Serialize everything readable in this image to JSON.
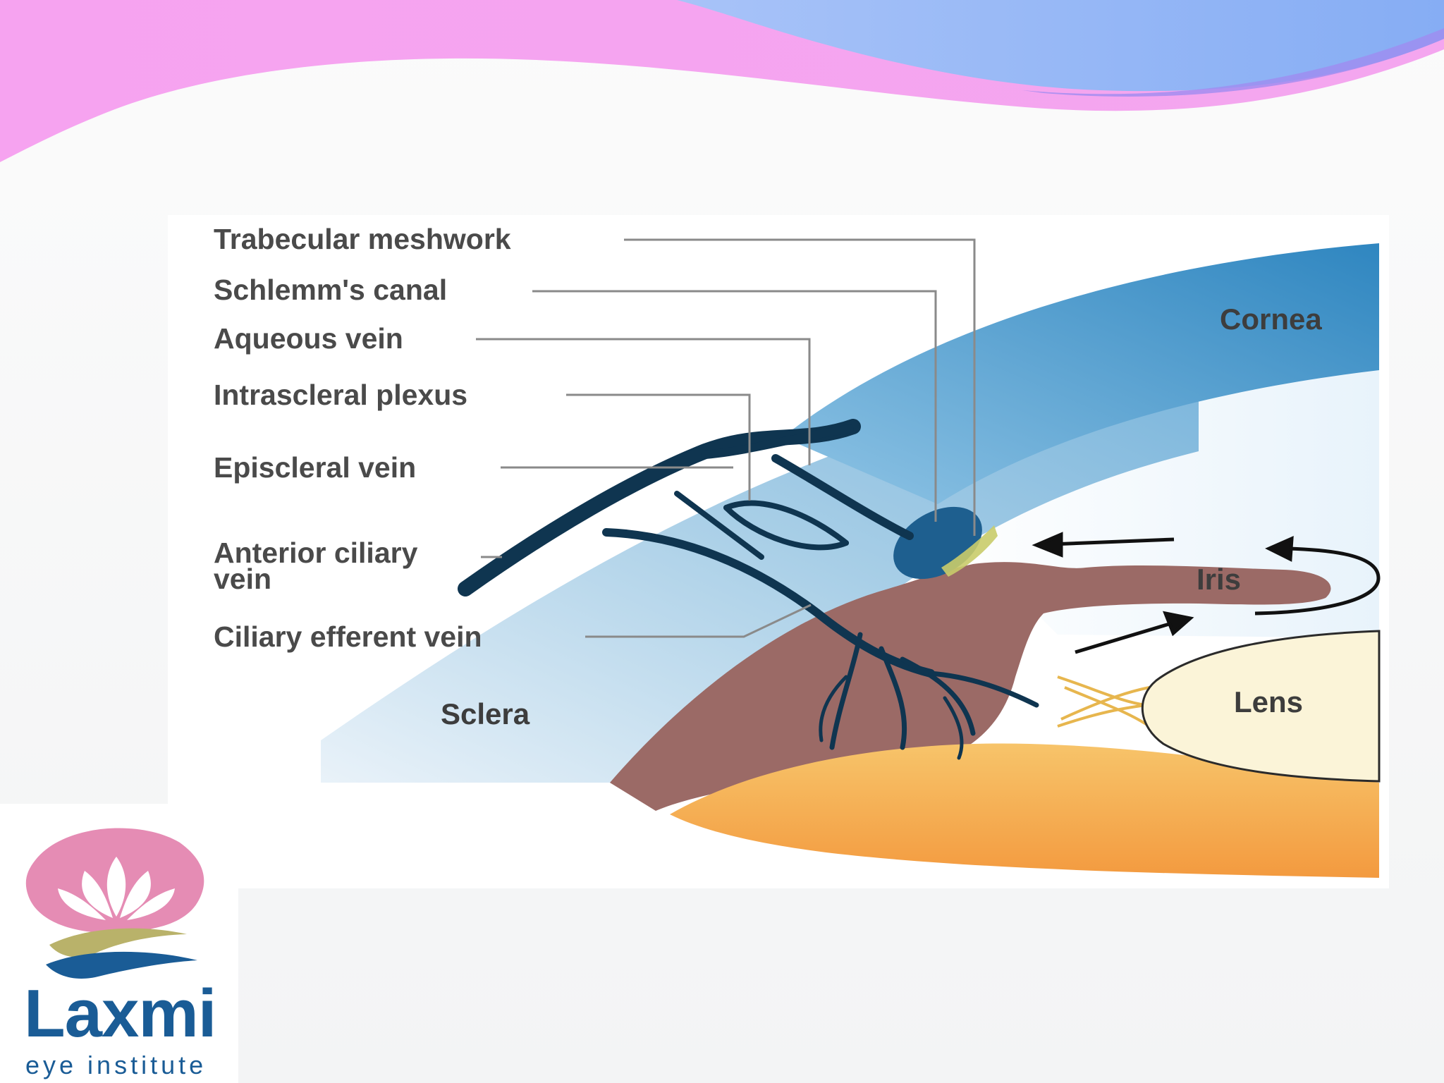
{
  "labels": {
    "trabecular_meshwork": "Trabecular meshwork",
    "schlemms_canal": "Schlemm's canal",
    "aqueous_vein": "Aqueous vein",
    "intrascleral_plexus": "Intrascleral plexus",
    "episcleral_vein": "Episcleral vein",
    "anterior_ciliary_vein_line1": "Anterior ciliary",
    "anterior_ciliary_vein_line2": "vein",
    "ciliary_efferent_vein": "Ciliary efferent vein"
  },
  "structures": {
    "cornea": "Cornea",
    "iris": "Iris",
    "lens": "Lens",
    "sclera": "Sclera"
  },
  "logo": {
    "name": "Laxmi",
    "tagline": "eye institute"
  },
  "colors": {
    "banner_pink": "#f5a3ef",
    "banner_blue": "#8fb2f6",
    "cornea_blue": "#3d8fc4",
    "iris_brown": "#9b6a66",
    "ciliary_orange": "#f4b25a",
    "lens_cream": "#fbf4d8",
    "vein_dark": "#0f3550",
    "logo_pink": "#e58cb4",
    "logo_olive": "#b9b26a",
    "logo_blue": "#1a5c96"
  }
}
